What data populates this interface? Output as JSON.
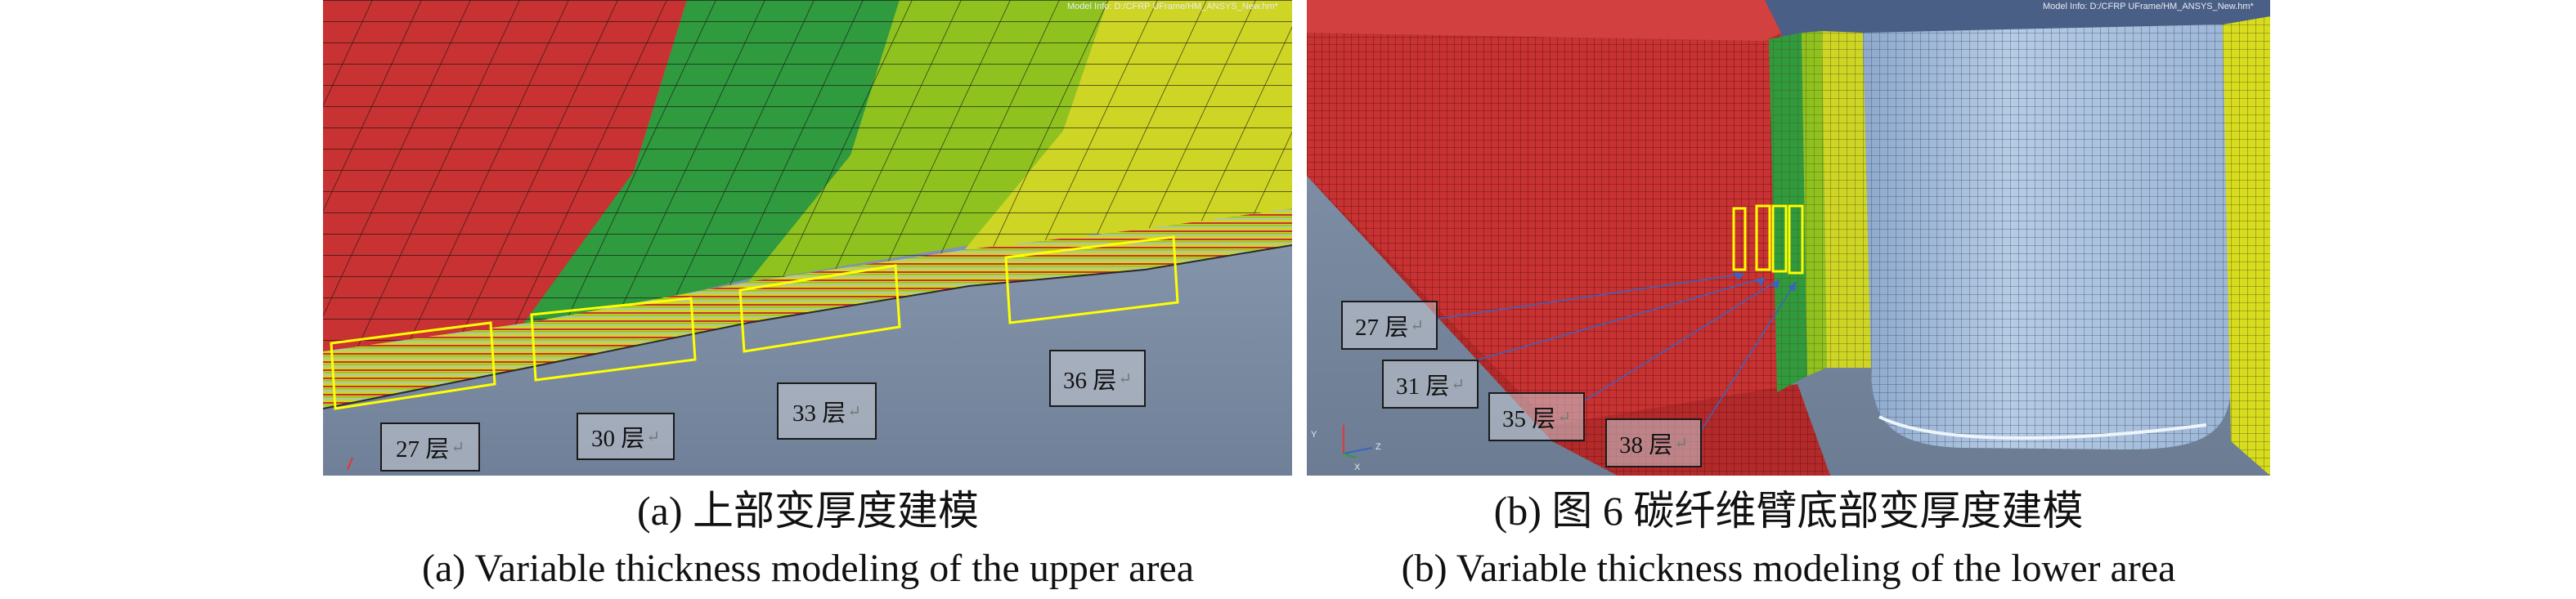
{
  "panel_a": {
    "model_info": "Model Info: D:/CFRP UFrame/HM_ANSYS_New.hm*",
    "layer_labels": [
      "27 层",
      "30 层",
      "33 层",
      "36 层"
    ],
    "caption_cn": "(a) 上部变厚度建模",
    "caption_en": "(a) Variable thickness modeling of the upper area"
  },
  "panel_b": {
    "model_info": "Model Info: D:/CFRP UFrame/HM_ANSYS_New.hm*",
    "layer_labels": [
      "27 层",
      "31 层",
      "35 层",
      "38 层"
    ],
    "caption_cn": "(b) 图 6 碳纤维臂底部变厚度建模",
    "caption_en": "(b) Variable thickness modeling of the lower area",
    "axis": {
      "y": "Y",
      "z": "Z",
      "x": "X"
    }
  },
  "return_mark": "↵",
  "colors": {
    "red": "#c83232",
    "green": "#2f9a3e",
    "lime": "#8fc21f",
    "yellow": "#cfd525",
    "blue_mesh": "#a5bedb",
    "background": "#7b8da4",
    "highlight": "#ffff00"
  }
}
